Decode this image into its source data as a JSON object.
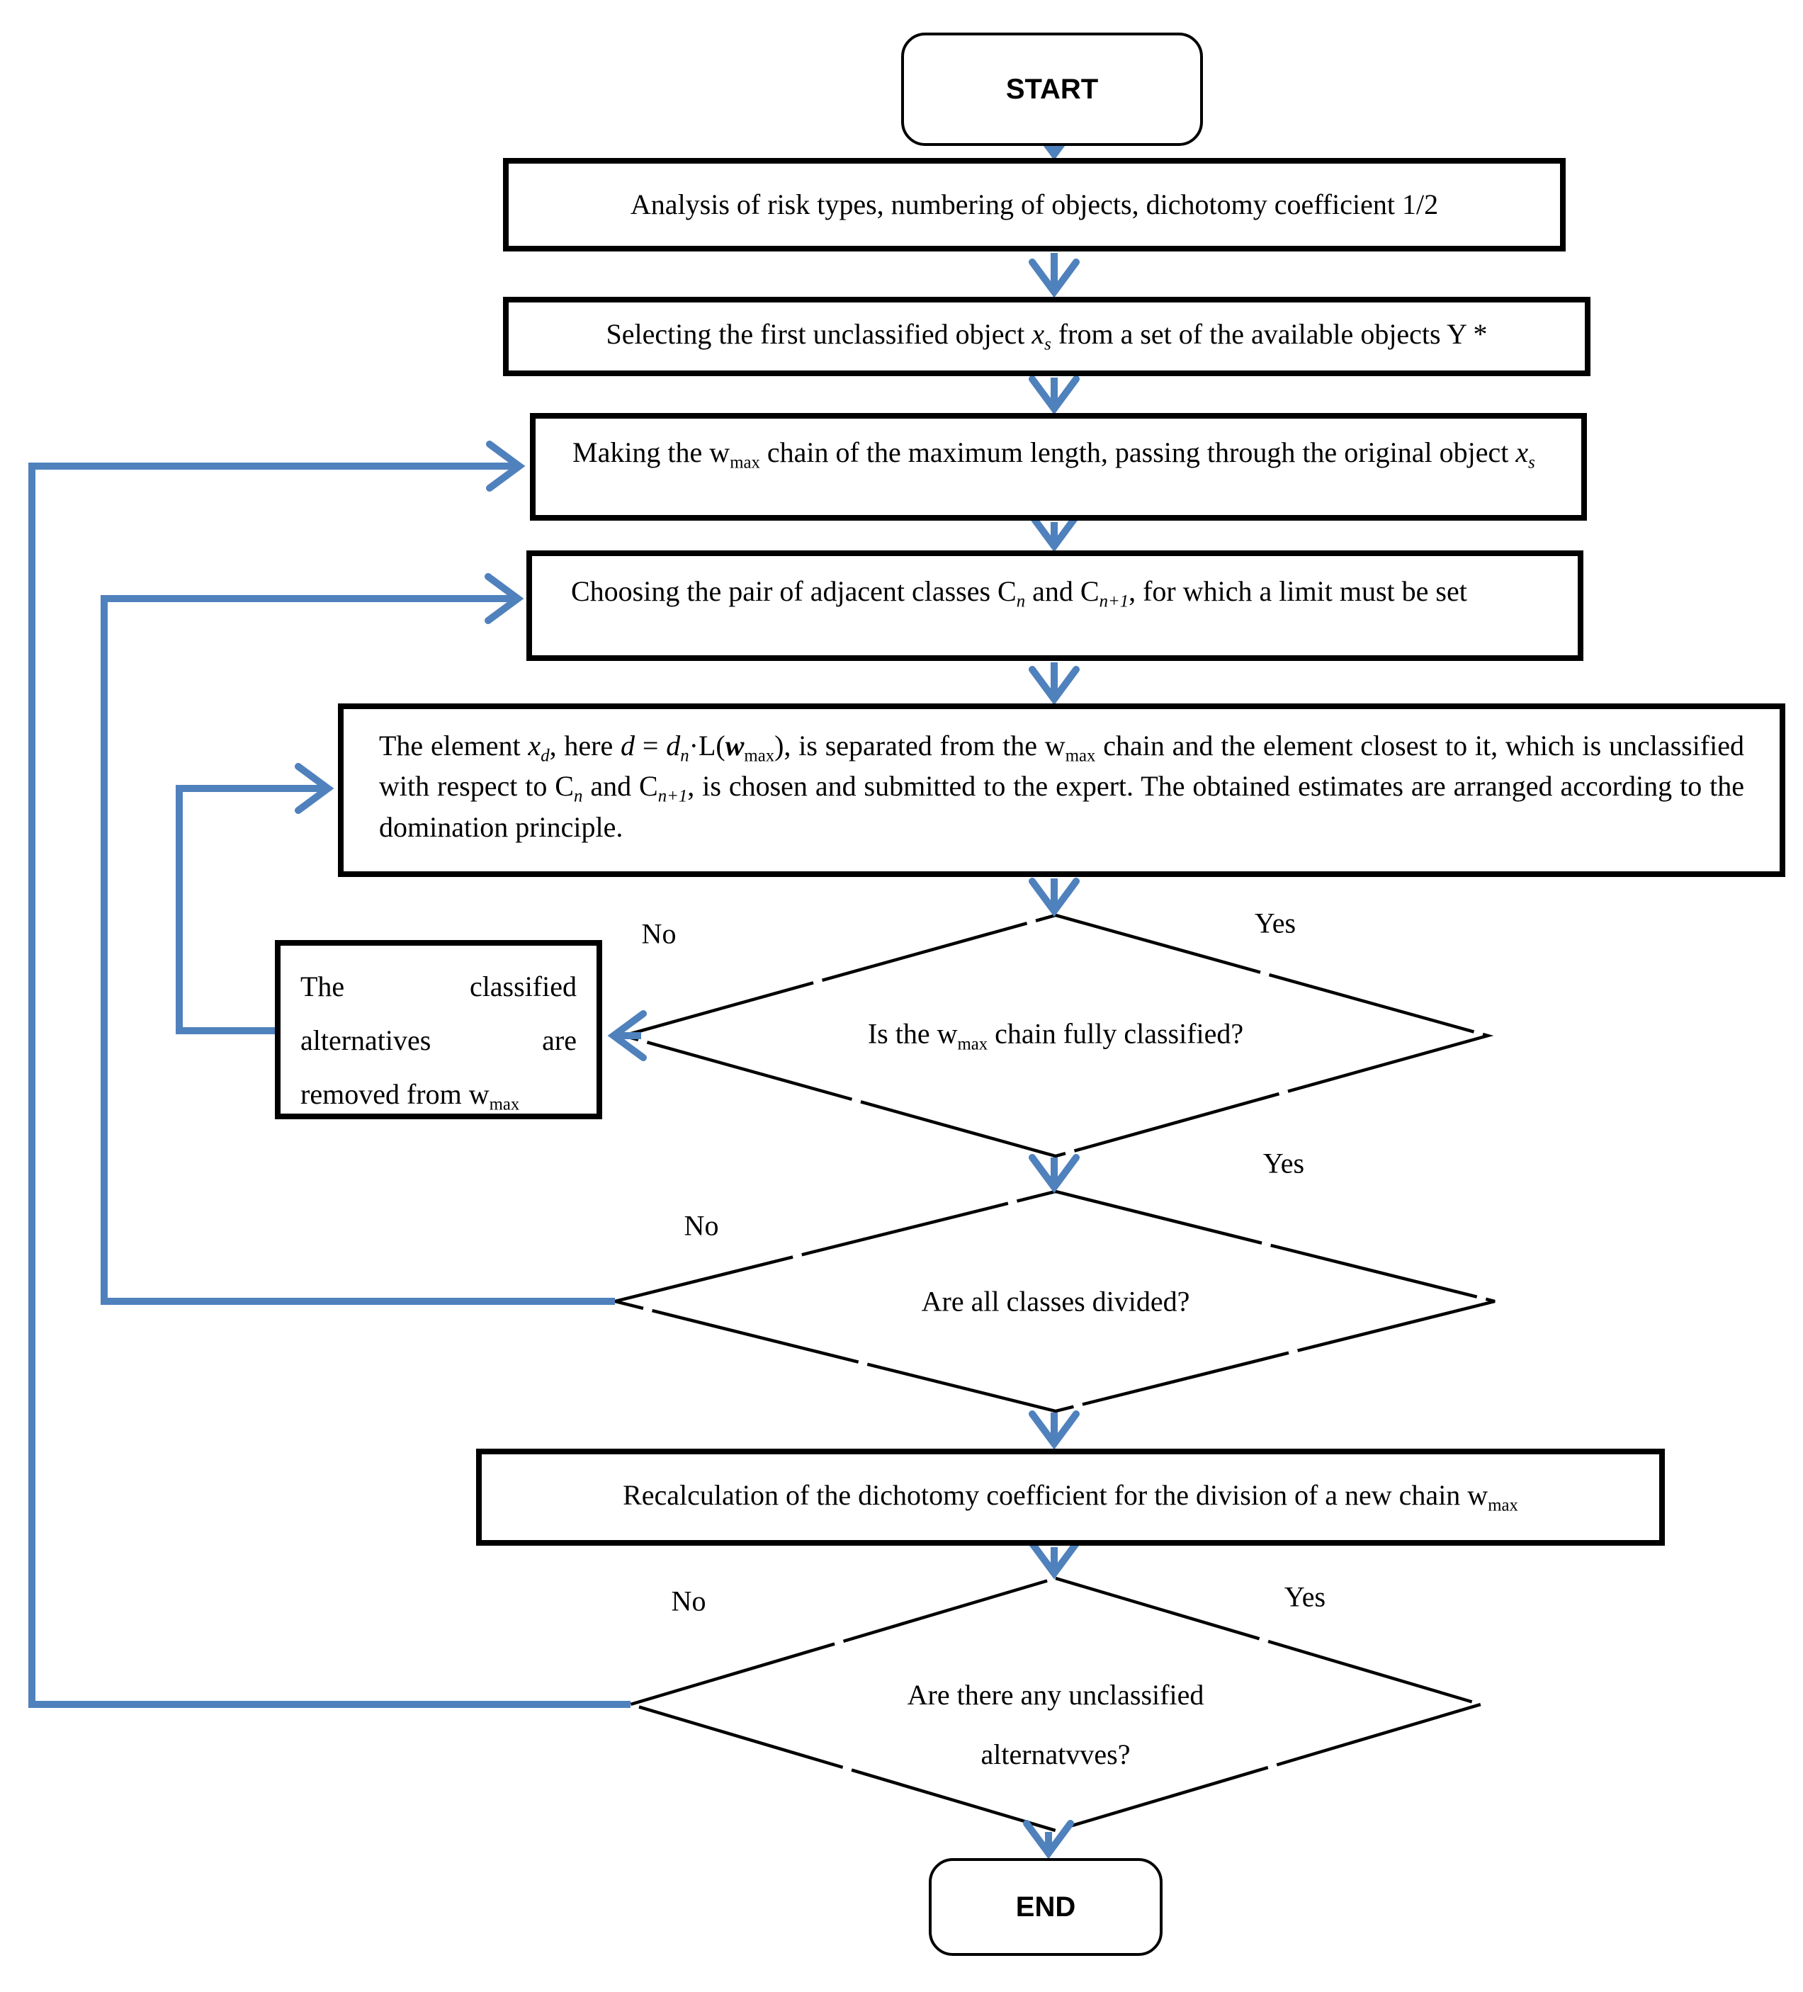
{
  "palette": {
    "arrow_blue": "#4f81bd",
    "line_black": "#000000",
    "background": "#ffffff"
  },
  "nodes": {
    "start": {
      "label": "START"
    },
    "end": {
      "label": "END"
    },
    "analysis": {
      "segments": [
        {
          "t": "Analysis of risk types, numbering of objects, dichotomy coefficient 1/2"
        }
      ]
    },
    "selecting": {
      "segments": [
        {
          "t": "Selecting the first unclassified object "
        },
        {
          "t": "x",
          "s": "i"
        },
        {
          "t": "s",
          "s": "isub"
        },
        {
          "t": " from a set of the available objects Y *"
        }
      ]
    },
    "making": {
      "segments": [
        {
          "t": "Making the w"
        },
        {
          "t": "max",
          "s": "sub"
        },
        {
          "t": " chain of the maximum length, passing through the original object "
        },
        {
          "t": "x",
          "s": "i"
        },
        {
          "t": "s",
          "s": "isub"
        }
      ]
    },
    "choosing": {
      "segments": [
        {
          "t": "Choosing the pair of adjacent classes C"
        },
        {
          "t": "n",
          "s": "isub"
        },
        {
          "t": " and C"
        },
        {
          "t": "n+1",
          "s": "isub"
        },
        {
          "t": ", for which a limit must be set"
        }
      ]
    },
    "element_separation": {
      "segments": [
        {
          "t": "The element "
        },
        {
          "t": "x",
          "s": "i"
        },
        {
          "t": "d",
          "s": "isub"
        },
        {
          "t": ", here "
        },
        {
          "t": "d",
          "s": "i"
        },
        {
          "t": " = "
        },
        {
          "t": "d",
          "s": "i"
        },
        {
          "t": "n",
          "s": "isub"
        },
        {
          "t": "·L("
        },
        {
          "t": "w",
          "s": "bi"
        },
        {
          "t": "max",
          "s": "sub"
        },
        {
          "t": "), is separated from the w"
        },
        {
          "t": "max",
          "s": "sub"
        },
        {
          "t": " chain and the element closest to it, which is unclassified with respect to C"
        },
        {
          "t": "n",
          "s": "isub"
        },
        {
          "t": " and C"
        },
        {
          "t": "n+1",
          "s": "isub"
        },
        {
          "t": ", is chosen and submitted to the expert. The obtained estimates are arranged according to the domination principle."
        }
      ]
    },
    "remove_classified": {
      "segments": [
        {
          "t": "The classified alternatives are removed from w"
        },
        {
          "t": "max",
          "s": "sub"
        }
      ]
    },
    "recalculation": {
      "segments": [
        {
          "t": "Recalculation of the dichotomy coefficient for the division of a new chain w"
        },
        {
          "t": "max",
          "s": "sub"
        }
      ]
    },
    "decision_chain_classified": {
      "segments": [
        {
          "t": "Is the w"
        },
        {
          "t": "max",
          "s": "sub"
        },
        {
          "t": " chain fully classified?"
        }
      ]
    },
    "decision_all_divided": {
      "text": "Are all classes divided?"
    },
    "decision_unclassified": {
      "line1": "Are there any unclassified",
      "line2": "alternatvves?"
    }
  },
  "edge_labels": {
    "d1_no": "No",
    "d1_yes": "Yes",
    "mid_yes": "Yes",
    "d2_no": "No",
    "d3_no": "No",
    "d3_yes": "Yes"
  }
}
